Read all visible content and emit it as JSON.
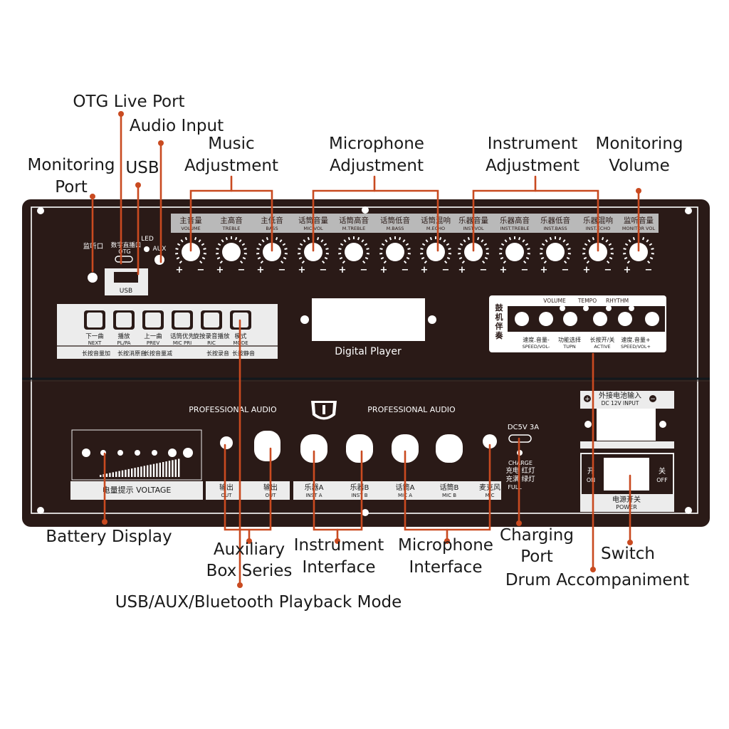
{
  "callouts": {
    "otg_live_port": "OTG Live Port",
    "audio_input": "Audio Input",
    "music_adjustment": [
      "Music",
      "Adjustment"
    ],
    "monitoring_port": [
      "Monitoring",
      "Port"
    ],
    "usb": "USB",
    "microphone_adjustment": [
      "Microphone",
      "Adjustment"
    ],
    "instrument_adjustment": [
      "Instrument",
      "Adjustment"
    ],
    "monitoring_volume": [
      "Monitoring",
      "Volume"
    ],
    "battery_display": "Battery Display",
    "auxiliary_box_series": [
      "Auxiliary",
      "Box Series"
    ],
    "instrument_interface": [
      "Instrument",
      "Interface"
    ],
    "microphone_interface": [
      "Microphone",
      "Interface"
    ],
    "charging_port": [
      "Charging",
      "Port"
    ],
    "switch": "Switch",
    "drum_accompaniment": "Drum Accompaniment",
    "playback_mode": "USB/AUX/Bluetooth Playback Mode"
  },
  "knobs": [
    {
      "cn": "主音量",
      "en": "VOLUME"
    },
    {
      "cn": "主高音",
      "en": "TREBLE"
    },
    {
      "cn": "主低音",
      "en": "BASS"
    },
    {
      "cn": "话筒音量",
      "en": "MIC VOL"
    },
    {
      "cn": "话筒高音",
      "en": "M.TREBLE"
    },
    {
      "cn": "话筒低音",
      "en": "M.BASS"
    },
    {
      "cn": "话筒混响",
      "en": "M.ECHO"
    },
    {
      "cn": "乐器音量",
      "en": "INST.VOL"
    },
    {
      "cn": "乐器高音",
      "en": "INST.TREBLE"
    },
    {
      "cn": "乐器低音",
      "en": "INST.BASS"
    },
    {
      "cn": "乐器混响",
      "en": "INST.ECHO"
    },
    {
      "cn": "监听音量",
      "en": "MONITOR VOL"
    }
  ],
  "knob_plus": "+",
  "knob_minus": "−",
  "top_left": {
    "monitor_jack": "监听口",
    "otg_cn": "数字直播口",
    "otg_en": "OTG",
    "led": "LED",
    "aux": "AUX",
    "usb": "USB"
  },
  "player_buttons": [
    {
      "cn": "下一曲",
      "en": "NEXT"
    },
    {
      "cn": "播放",
      "en": "PL/PA"
    },
    {
      "cn": "上一曲",
      "en": "PREV"
    },
    {
      "cn": "话筒优先",
      "en": "MIC PRI"
    },
    {
      "cn": "旋按录音播放",
      "en": "RIC"
    },
    {
      "cn": "模式",
      "en": "MODE"
    }
  ],
  "player_notes": [
    "长按音量加",
    "长按消原音",
    "长按音量减",
    "长按录音",
    "长按静音"
  ],
  "digital_player": "Digital Player",
  "drum": {
    "vertical": [
      "鼓",
      "机",
      "伴",
      "奏"
    ],
    "top": [
      "VOLUME",
      "TEMPO",
      "RHYTHM"
    ],
    "bottom": [
      {
        "cn": "速度.音量-",
        "en": "SPEED/VOL-"
      },
      {
        "cn": "功能选择",
        "en": "TUPN"
      },
      {
        "cn": "长按开/关",
        "en": "ACTIVE"
      },
      {
        "cn": "速度.音量+",
        "en": "SPEED/VOL+"
      }
    ]
  },
  "professional_audio_left": "PROFESSIONAL AUDIO",
  "professional_audio_right": "PROFESSIONAL AUDIO",
  "voltage_label": "电量提示 VOLTAGE",
  "outputs": [
    {
      "cn": "输出",
      "en": "OUT"
    },
    {
      "cn": "输出",
      "en": "OUT"
    }
  ],
  "inputs": [
    {
      "cn": "乐器A",
      "en": "INST A"
    },
    {
      "cn": "乐器B",
      "en": "INST B"
    },
    {
      "cn": "话筒A",
      "en": "MIC A"
    },
    {
      "cn": "话筒B",
      "en": "MIC B"
    },
    {
      "cn": "麦克风",
      "en": "MIC"
    }
  ],
  "charge": {
    "dc": "DC5V 3A",
    "charge": "CHARGE",
    "red": "充电 红灯",
    "green": "充满 绿灯",
    "full": "FULL"
  },
  "battery_input": {
    "cn": "外接电池输入",
    "en": "DC 12V INPUT"
  },
  "power": {
    "on_cn": "开",
    "on_en": "ON",
    "off_cn": "关",
    "off_en": "OFF",
    "cn": "电源开关",
    "en": "POWER"
  },
  "colors": {
    "leader": "#c94a20",
    "panel": "#2a1a17",
    "strip": "#b9b9b9",
    "key": "#ececec"
  }
}
